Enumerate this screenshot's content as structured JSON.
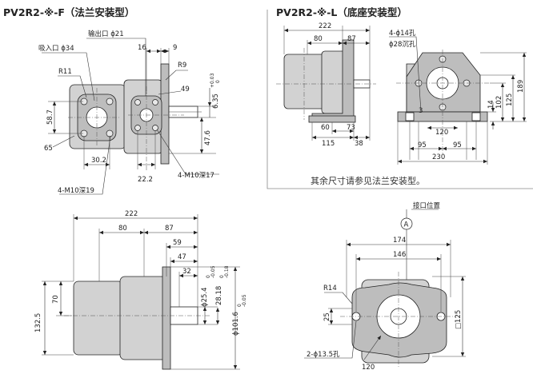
{
  "titles": {
    "flange": "PV2R2-※-F（法兰安装型）",
    "foot": "PV2R2-※-L（底座安装型）"
  },
  "note": "其余尺寸请参见法兰安装型。",
  "flange_view": {
    "outlet": "输出口 ϕ21",
    "inlet": "吸入口 ϕ34",
    "r11": "R11",
    "r9": "R9",
    "d16": "16",
    "d9": "9",
    "d49": "49",
    "d58_7": "58.7",
    "d65": "65",
    "d6_35": "6.35",
    "tol_6_35_hi": "+0.03",
    "tol_6_35_lo": "0",
    "d47_6": "47.6",
    "d30_2": "30.2",
    "d22_2": "22.2",
    "m10_17": "4-M10深17",
    "m10_19": "4-M10深19"
  },
  "foot_view": {
    "d222": "222",
    "d80": "80",
    "d87": "87",
    "holes14": "4-ϕ14孔",
    "cbore28": "ϕ28沉孔",
    "d189": "189",
    "d125": "125",
    "d102": "102",
    "d14": "14",
    "d3": "3",
    "d60": "60",
    "d73": "73",
    "d115": "115",
    "d38": "38",
    "d120": "120",
    "d95a": "95",
    "d95b": "95",
    "d230": "230"
  },
  "side_view": {
    "d222": "222",
    "d80": "80",
    "d87": "87",
    "d59": "59",
    "d47": "47",
    "d32": "32",
    "d70": "70",
    "d132_5": "132.5",
    "d25_4": "ϕ25.4",
    "tol_25_4_hi": "0",
    "tol_25_4_lo": "-0.05",
    "d28_18": "28.18",
    "tol_28_18_hi": "0",
    "tol_28_18_lo": "-0.18",
    "d101_6": "ϕ101.6",
    "tol_101_6_hi": "0",
    "tol_101_6_lo": "-0.05"
  },
  "flange_face": {
    "port_position": "接口位置",
    "port_marker": "A",
    "d174": "174",
    "d146": "146",
    "r14": "R14",
    "d25": "25",
    "holes13_5": "2-ϕ13.5孔",
    "d120": "120",
    "d125": "□125"
  }
}
